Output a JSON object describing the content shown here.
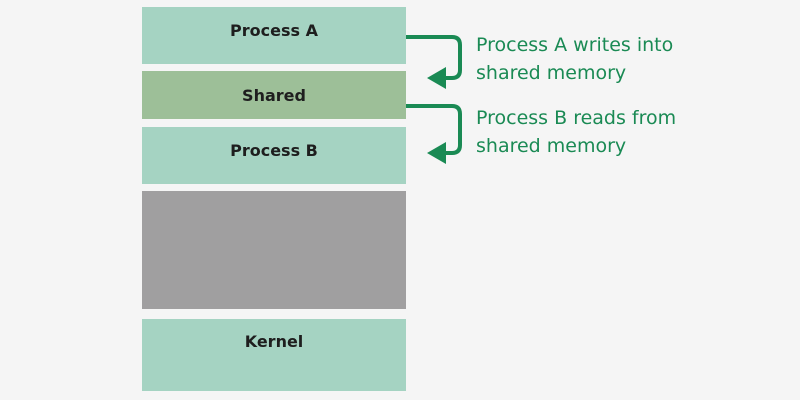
{
  "blocks": {
    "process_a": "Process A",
    "shared": "Shared",
    "process_b": "Process B",
    "unlabeled": "",
    "kernel": "Kernel"
  },
  "annotations": {
    "process_a_writes": "Process A writes into\nshared memory",
    "process_b_reads": "Process B reads from\nshared memory"
  },
  "colors": {
    "process_block": "#a5d3c2",
    "shared_block": "#9dbf98",
    "unlabeled_block": "#a09fa0",
    "arrow_and_annotation": "#1a8a54",
    "background": "#f5f5f5"
  }
}
